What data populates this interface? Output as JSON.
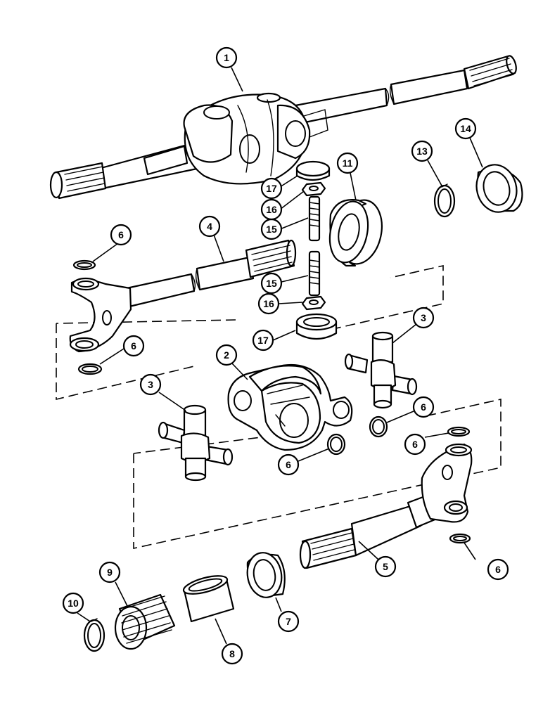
{
  "callouts": [
    {
      "id": "c1",
      "label": "1"
    },
    {
      "id": "c2",
      "label": "2"
    },
    {
      "id": "c3a",
      "label": "3"
    },
    {
      "id": "c3b",
      "label": "3"
    },
    {
      "id": "c4",
      "label": "4"
    },
    {
      "id": "c5",
      "label": "5"
    },
    {
      "id": "c6a",
      "label": "6"
    },
    {
      "id": "c6b",
      "label": "6"
    },
    {
      "id": "c6c",
      "label": "6"
    },
    {
      "id": "c6d",
      "label": "6"
    },
    {
      "id": "c6e",
      "label": "6"
    },
    {
      "id": "c6f",
      "label": "6"
    },
    {
      "id": "c7",
      "label": "7"
    },
    {
      "id": "c8",
      "label": "8"
    },
    {
      "id": "c9",
      "label": "9"
    },
    {
      "id": "c10",
      "label": "10"
    },
    {
      "id": "c11",
      "label": "11"
    },
    {
      "id": "c13",
      "label": "13"
    },
    {
      "id": "c14",
      "label": "14"
    },
    {
      "id": "c15a",
      "label": "15"
    },
    {
      "id": "c15b",
      "label": "15"
    },
    {
      "id": "c16a",
      "label": "16"
    },
    {
      "id": "c16b",
      "label": "16"
    },
    {
      "id": "c17a",
      "label": "17"
    },
    {
      "id": "c17b",
      "label": "17"
    }
  ]
}
